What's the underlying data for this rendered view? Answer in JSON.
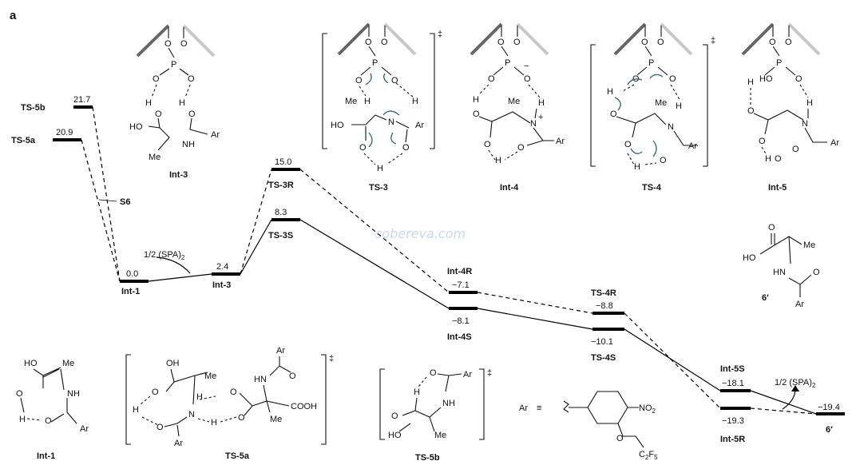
{
  "panel_label": "a",
  "watermark": "sobereva.com",
  "ts_symbol": "‡",
  "levels": {
    "ts5b": {
      "name": "TS-5b",
      "energy": "21.7"
    },
    "ts5a": {
      "name": "TS-5a",
      "energy": "20.9"
    },
    "s6": {
      "name": "S6"
    },
    "int1": {
      "name": "Int-1",
      "energy": "0.0"
    },
    "int3": {
      "name": "Int-3",
      "energy": "2.4"
    },
    "ts3r": {
      "name": "TS-3R",
      "energy": "15.0"
    },
    "ts3s": {
      "name": "TS-3S",
      "energy": "8.3"
    },
    "int4r": {
      "name": "Int-4R",
      "energy": "−7.1"
    },
    "int4s": {
      "name": "Int-4S",
      "energy": "−8.1"
    },
    "ts4r": {
      "name": "TS-4R",
      "energy": "−8.8"
    },
    "ts4s": {
      "name": "TS-4S",
      "energy": "−10.1"
    },
    "int5s": {
      "name": "Int-5S",
      "energy": "−18.1"
    },
    "int5r": {
      "name": "Int-5R",
      "energy": "−19.3"
    },
    "p6": {
      "name": "6′",
      "energy": "−19.4"
    }
  },
  "annotations": {
    "spa_in": "1/2 (SPA)",
    "spa_in_sub": "2",
    "spa_out": "1/2 (SPA)",
    "spa_out_sub": "2"
  },
  "structures": {
    "int3": "Int-3",
    "ts3": "TS-3",
    "int4": "Int-4",
    "ts4": "TS-4",
    "int5": "Int-5",
    "p6": "6′",
    "int1": "Int-1",
    "ts5a": "TS-5a",
    "ts5b": "TS-5b"
  },
  "atoms": {
    "O": "O",
    "P": "P",
    "H": "H",
    "N": "N",
    "Me": "Me",
    "Ar": "Ar",
    "HO": "HO",
    "OH": "OH",
    "COOH": "COOH",
    "NH": "NH",
    "HN": "HN",
    "Nplus": "N",
    "plus": "+",
    "minus": "−",
    "NO2": "NO",
    "NO2_sub": "2",
    "C2F5": "C",
    "C2F5_sub": "2",
    "F5": "F",
    "F5_sub": "5"
  },
  "ar_definition": {
    "label": "Ar",
    "equiv": "≡"
  }
}
